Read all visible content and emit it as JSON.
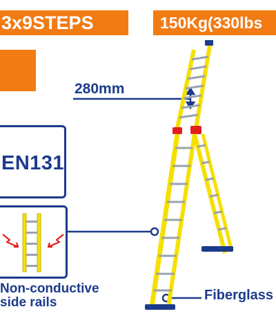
{
  "banner": {
    "steps": "3x9STEPS",
    "capacity": "150Kg(330lbs"
  },
  "specs": {
    "standard": "EN131",
    "dimension_label": "280mm"
  },
  "features": {
    "rails_line1": "Non-conductive",
    "rails_line2": "side rails",
    "material": "Fiberglass"
  },
  "colors": {
    "accent": "#f27b14",
    "brand_blue": "#1d3b8c",
    "ladder_yellow": "#f5e000",
    "ladder_red": "#e0201c"
  }
}
